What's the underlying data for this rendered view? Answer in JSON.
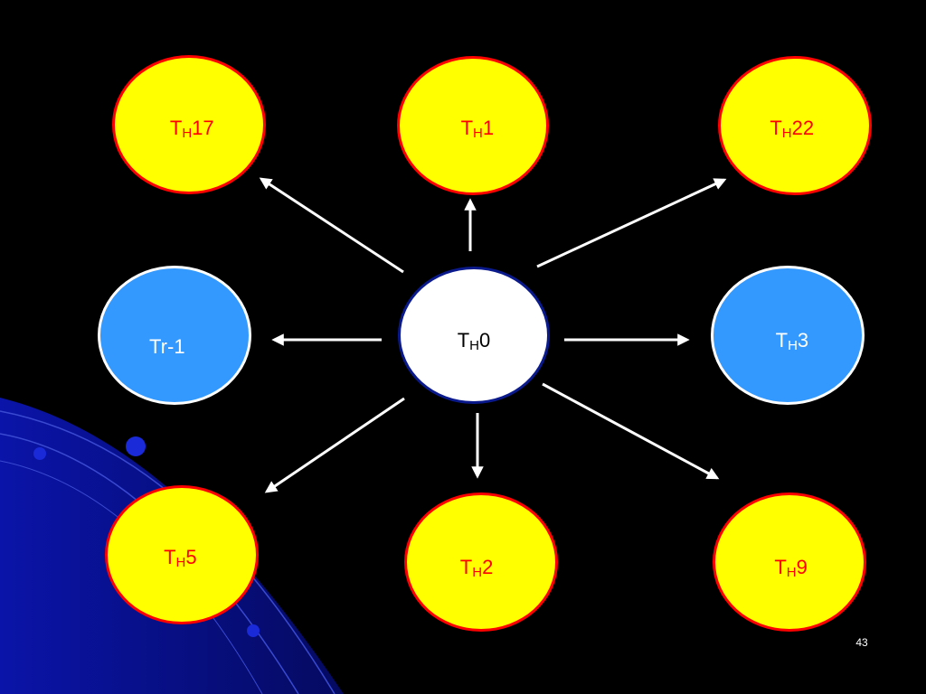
{
  "colors": {
    "background": "#000000",
    "primary_fill": "#ffff00",
    "primary_stroke": "#ff0000",
    "secondary_fill": "#3399ff",
    "secondary_stroke": "#ffffff",
    "center_fill": "#ffffff",
    "center_stroke": "#0a1a8c",
    "arrow": "#ffffff"
  },
  "center": {
    "base": "T",
    "sub": "H",
    "suffix": "0"
  },
  "nodes": [
    {
      "id": "th17",
      "base": "T",
      "sub": "H",
      "suffix": "17",
      "style": "yellow"
    },
    {
      "id": "th1",
      "base": "T",
      "sub": "H",
      "suffix": "1",
      "style": "yellow"
    },
    {
      "id": "th22",
      "base": "T",
      "sub": "H",
      "suffix": "22",
      "style": "yellow"
    },
    {
      "id": "tr1",
      "text": "Tr-1",
      "style": "blue"
    },
    {
      "id": "th3",
      "base": "T",
      "sub": "H",
      "suffix": "3",
      "style": "blue"
    },
    {
      "id": "th5",
      "base": "T",
      "sub": "H",
      "suffix": "5",
      "style": "yellow"
    },
    {
      "id": "th2",
      "base": "T",
      "sub": "H",
      "suffix": "2",
      "style": "yellow"
    },
    {
      "id": "th9",
      "base": "T",
      "sub": "H",
      "suffix": "9",
      "style": "yellow"
    }
  ],
  "edges": [
    {
      "from": "th0",
      "to": "th17"
    },
    {
      "from": "th0",
      "to": "th1"
    },
    {
      "from": "th0",
      "to": "th22"
    },
    {
      "from": "th0",
      "to": "tr1"
    },
    {
      "from": "th0",
      "to": "th3"
    },
    {
      "from": "th0",
      "to": "th5"
    },
    {
      "from": "th0",
      "to": "th2"
    },
    {
      "from": "th0",
      "to": "th9"
    }
  ],
  "page_number": "43"
}
